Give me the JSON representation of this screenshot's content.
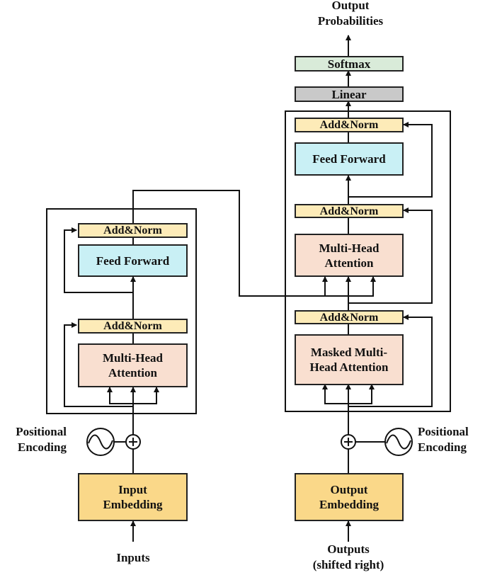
{
  "output": {
    "line1": "Output",
    "line2": "Probabilities"
  },
  "softmax": "Softmax",
  "linear": "Linear",
  "decoder": {
    "addnorm3": "Add&Norm",
    "feed_forward": "Feed Forward",
    "addnorm2": "Add&Norm",
    "mha_line1": "Multi-Head",
    "mha_line2": "Attention",
    "addnorm1": "Add&Norm",
    "masked_line1": "Masked Multi-",
    "masked_line2": "Head Attention"
  },
  "encoder": {
    "addnorm2": "Add&Norm",
    "feed_forward": "Feed Forward",
    "addnorm1": "Add&Norm",
    "mha_line1": "Multi-Head",
    "mha_line2": "Attention"
  },
  "left_pe": {
    "line1": "Positional",
    "line2": "Encoding"
  },
  "right_pe": {
    "line1": "Positional",
    "line2": "Encoding"
  },
  "input_embedding": {
    "line1": "Input",
    "line2": "Embedding"
  },
  "output_embedding": {
    "line1": "Output",
    "line2": "Embedding"
  },
  "inputs_label": "Inputs",
  "outputs_label": {
    "line1": "Outputs",
    "line2": "(shifted right)"
  }
}
